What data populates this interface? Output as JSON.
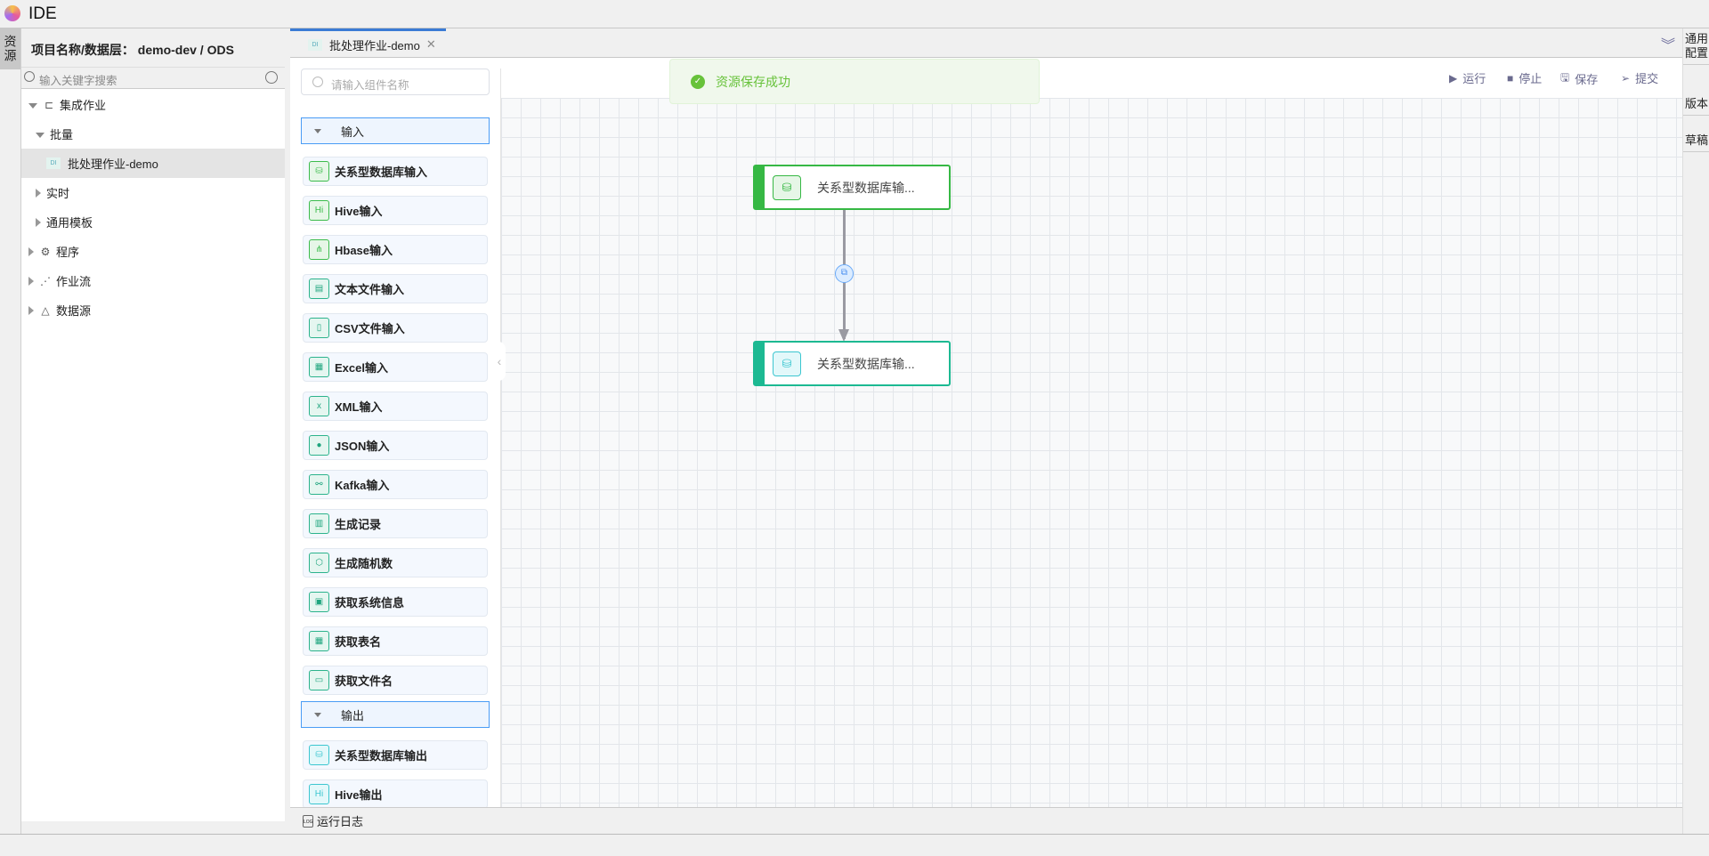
{
  "app": {
    "title": "IDE"
  },
  "left_strip": {
    "tab": "资源"
  },
  "tree": {
    "project_label": "项目名称/数据层：  demo-dev / ODS",
    "search_placeholder": "输入关键字搜索",
    "items": [
      {
        "label": "集成作业",
        "icon": "workflow-icon",
        "expanded": true
      },
      {
        "label": "批量",
        "expanded": true
      },
      {
        "label": "批处理作业-demo",
        "badge": "DI",
        "selected": true
      },
      {
        "label": "实时",
        "expanded": false
      },
      {
        "label": "通用模板",
        "expanded": false
      },
      {
        "label": "程序",
        "icon": "gear-icon",
        "expanded": false
      },
      {
        "label": "作业流",
        "icon": "flow-icon",
        "expanded": false
      },
      {
        "label": "数据源",
        "icon": "datasource-icon",
        "expanded": false
      }
    ]
  },
  "tabs": [
    {
      "label": "批处理作业-demo",
      "badge": "DI",
      "active": true
    }
  ],
  "toolbar": {
    "run": "运行",
    "stop": "停止",
    "save": "保存",
    "submit": "提交"
  },
  "palette": {
    "search_placeholder": "请输入组件名称",
    "sections": [
      {
        "label": "输入",
        "items": [
          "关系型数据库输入",
          "Hive输入",
          "Hbase输入",
          "文本文件输入",
          "CSV文件输入",
          "Excel输入",
          "XML输入",
          "JSON输入",
          "Kafka输入",
          "生成记录",
          "生成随机数",
          "获取系统信息",
          "获取表名",
          "获取文件名"
        ]
      },
      {
        "label": "输出",
        "items": [
          "关系型数据库输出",
          "Hive输出"
        ]
      }
    ]
  },
  "toast": {
    "message": "资源保存成功",
    "type": "success",
    "color": "#67c23a"
  },
  "canvas": {
    "nodes": [
      {
        "label": "关系型数据库输...",
        "type": "input",
        "color": "#36b844"
      },
      {
        "label": "关系型数据库输...",
        "type": "output",
        "color": "#1cb992"
      }
    ]
  },
  "bottom": {
    "log": "运行日志"
  },
  "right_strip": {
    "tabs": [
      "通用配置",
      "版本",
      "草稿"
    ]
  }
}
